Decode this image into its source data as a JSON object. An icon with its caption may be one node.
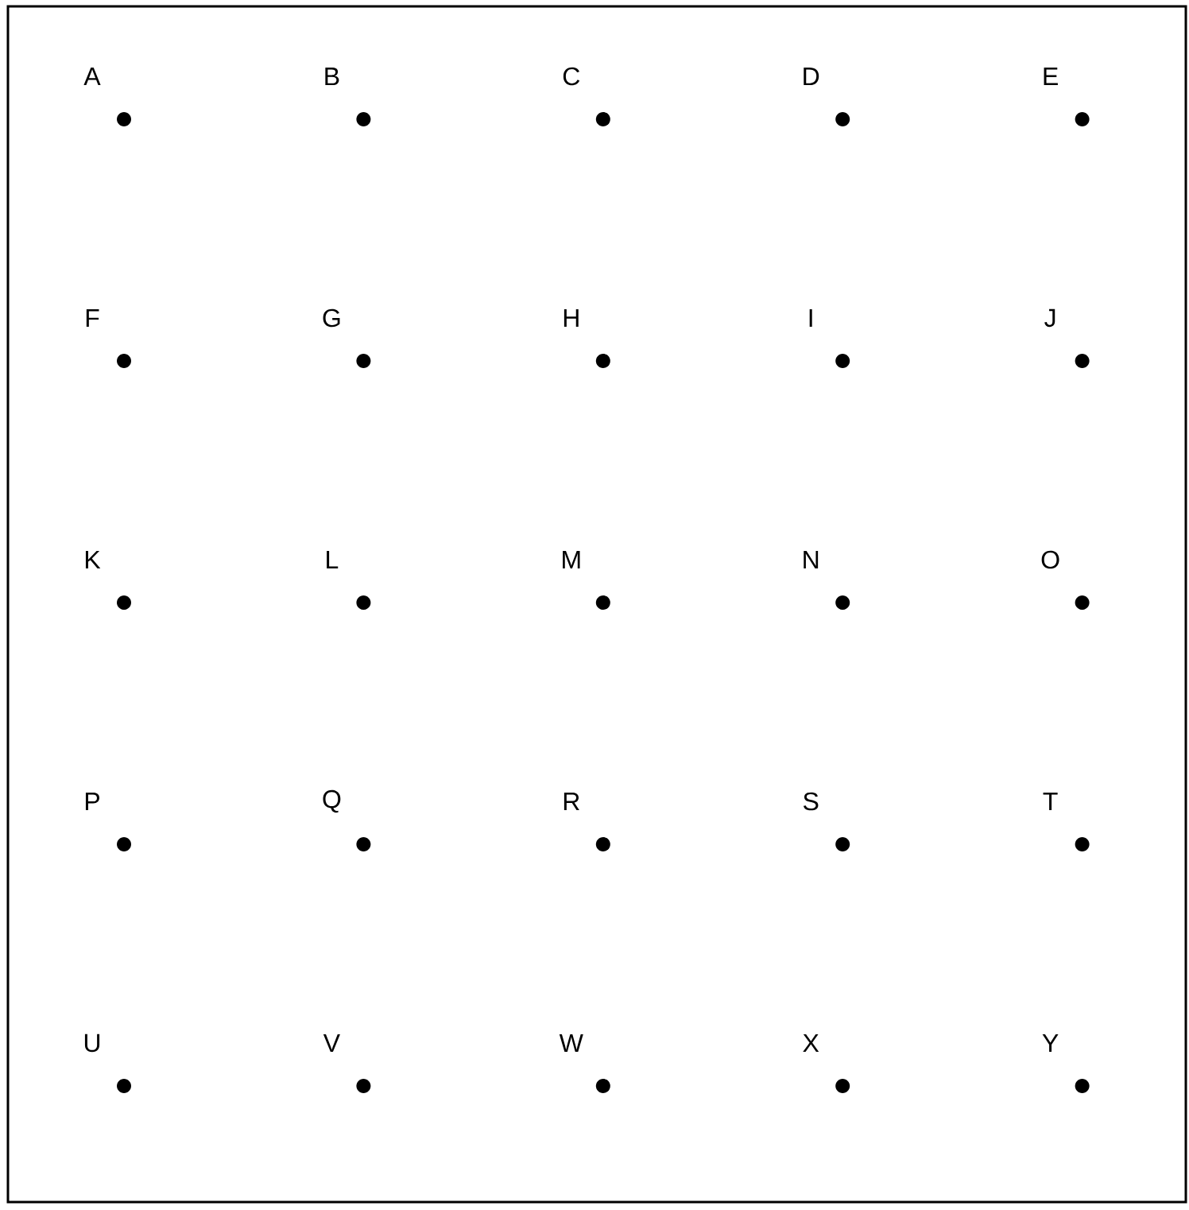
{
  "diagram": {
    "labels": [
      "A",
      "B",
      "C",
      "D",
      "E",
      "F",
      "G",
      "H",
      "I",
      "J",
      "K",
      "L",
      "M",
      "N",
      "O",
      "P",
      "Q",
      "R",
      "S",
      "T",
      "U",
      "V",
      "W",
      "X",
      "Y"
    ]
  }
}
